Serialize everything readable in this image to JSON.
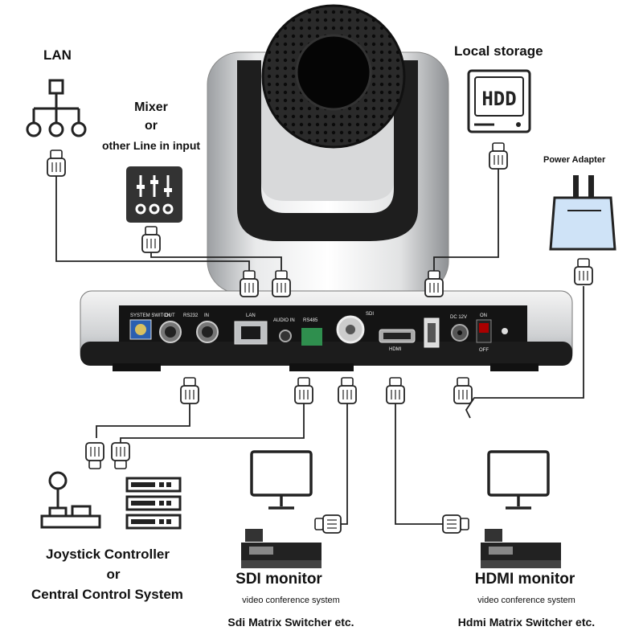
{
  "labels": {
    "lan": "LAN",
    "mixer_line1": "Mixer",
    "mixer_line2": "or",
    "mixer_line3": "other Line in input",
    "local_storage": "Local storage",
    "hdd_text": "HDD",
    "power_adapter": "Power Adapter",
    "joystick_line1": "Joystick Controller",
    "joystick_line2": "or",
    "joystick_line3": "Central Control System",
    "sdi_title": "SDI monitor",
    "sdi_sub1": "video conference system",
    "sdi_sub2": "Sdi Matrix Switcher etc.",
    "hdmi_title": "HDMI monitor",
    "hdmi_sub1": "video conference system",
    "hdmi_sub2": "Hdmi Matrix Switcher etc."
  },
  "panel": {
    "system_switch": "SYSTEM SWITCH",
    "out": "OUT",
    "rs232": "RS232",
    "in": "IN",
    "lan": "LAN",
    "audio_in": "AUDIO IN",
    "rs485": "RS485",
    "sdi": "SDI",
    "hdmi": "HDMI",
    "dc": "DC 12V",
    "on": "ON",
    "off": "OFF"
  },
  "colors": {
    "body_silver": "#c8cacc",
    "body_dark": "#1c1c1c",
    "cable": "#222222",
    "adapter_blue": "#cfe3f7",
    "icon_dark": "#333333"
  }
}
